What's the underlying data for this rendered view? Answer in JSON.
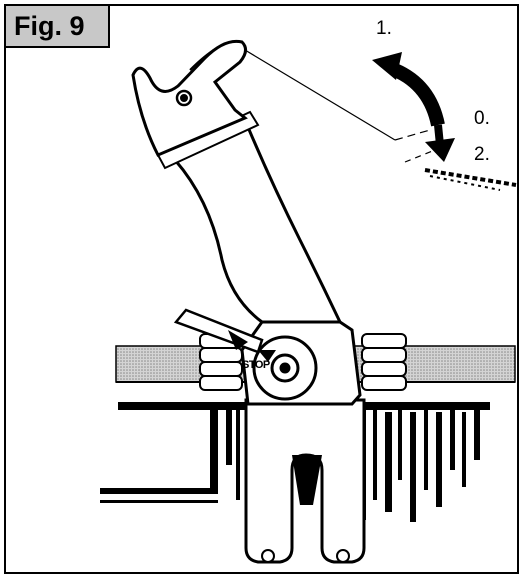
{
  "figure": {
    "label": "Fig. 9",
    "positions": [
      "1.",
      "0.",
      "2."
    ],
    "stop_label": "STOP"
  },
  "colors": {
    "label_bg": "#c8c8c8",
    "line": "#000000",
    "shading": "#bdbdbd"
  }
}
